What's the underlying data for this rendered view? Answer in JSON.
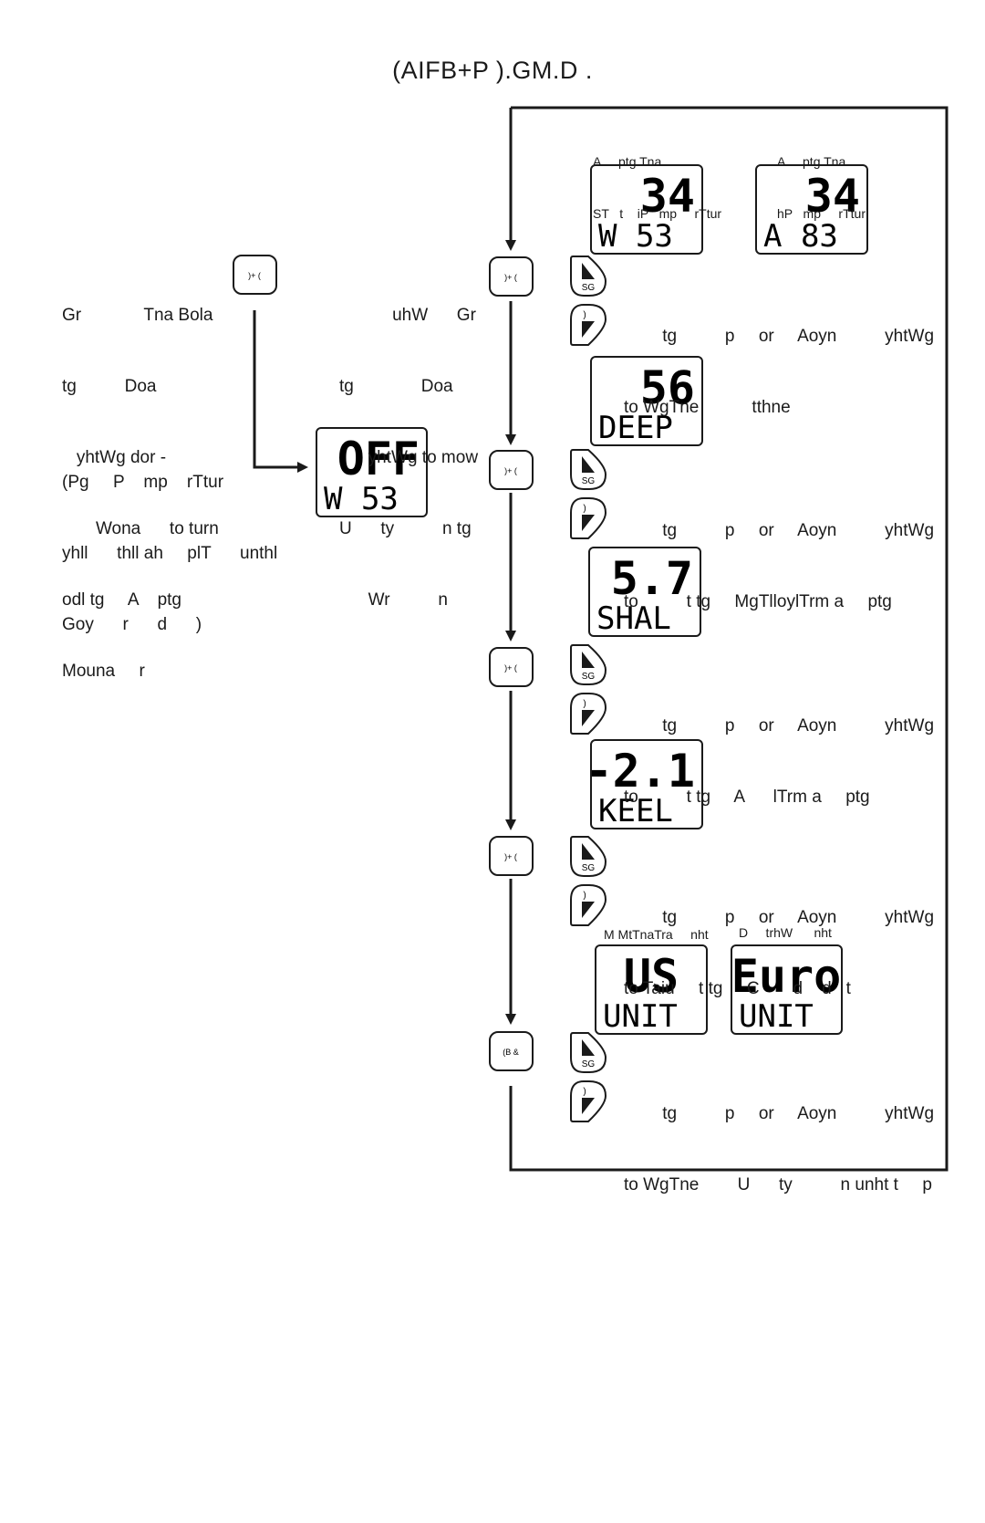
{
  "title": "(AIFB+P ).GM.D    .",
  "left_panel": {
    "para1": [
      "Gr             Tna Bola",
      "tg          Doa",
      "   yhtWg dor -",
      "       Wona      to turn",
      "odl tg     A    ptg",
      "Mouna     r"
    ],
    "para2": [
      "(Pg     P    mp    rTtur",
      "yhll      thll ah     plT      unthl",
      "Goy      r      d      )"
    ],
    "para3": [
      "           uhW      Gr",
      "tg              Doa",
      "      yhtWg to mow",
      "U      ty          n tg",
      "      Wr          n"
    ]
  },
  "buttons": {
    "unit_button_label": ")+ (",
    "final_button_label": "(B &",
    "sg_label": "SG",
    "down_label": ")"
  },
  "lcds": {
    "off": {
      "top": "OFF",
      "bottom": "W   53"
    },
    "w53": {
      "top": "34",
      "bottom": "W   53"
    },
    "a83": {
      "top": "34",
      "bottom": "A   83"
    },
    "deep": {
      "top": "56",
      "bottom": "DEEP"
    },
    "shal": {
      "top": "5.7",
      "bottom": "SHAL"
    },
    "keel": {
      "top": "-2.1",
      "bottom": "KEEL"
    },
    "us": {
      "top": "US",
      "bottom": "UNIT"
    },
    "euro": {
      "top": "Euro",
      "bottom": "UNIT"
    }
  },
  "headers": {
    "col1": [
      "A     ptg Tna",
      "ST   t    iP   mp     rTtur"
    ],
    "col2": [
      "A     ptg Tna",
      "hP   mp     rTtur"
    ],
    "units_left": "M MtTnaTra     nht",
    "units_right": "D     trhW      nht"
  },
  "rows": [
    {
      "line1": "        tg          p     or     Aoyn          yhtWg",
      "line2": "to WgTne           tthne"
    },
    {
      "line1": "        tg          p     or     Aoyn          yhtWg",
      "line2": "to          t tg     MgTlloylTrm a     ptg"
    },
    {
      "line1": "        tg          p     or     Aoyn          yhtWg",
      "line2": "to          t tg     A      lTrm a     ptg"
    },
    {
      "line1": "        tg          p     or     Aoyn          yhtWg",
      "line2": "to Taiu     t tg     C       d    d   t"
    },
    {
      "line1": "        tg          p     or     Aoyn          yhtWg",
      "line2": "to WgTne        U      ty          n unht t     p"
    }
  ]
}
